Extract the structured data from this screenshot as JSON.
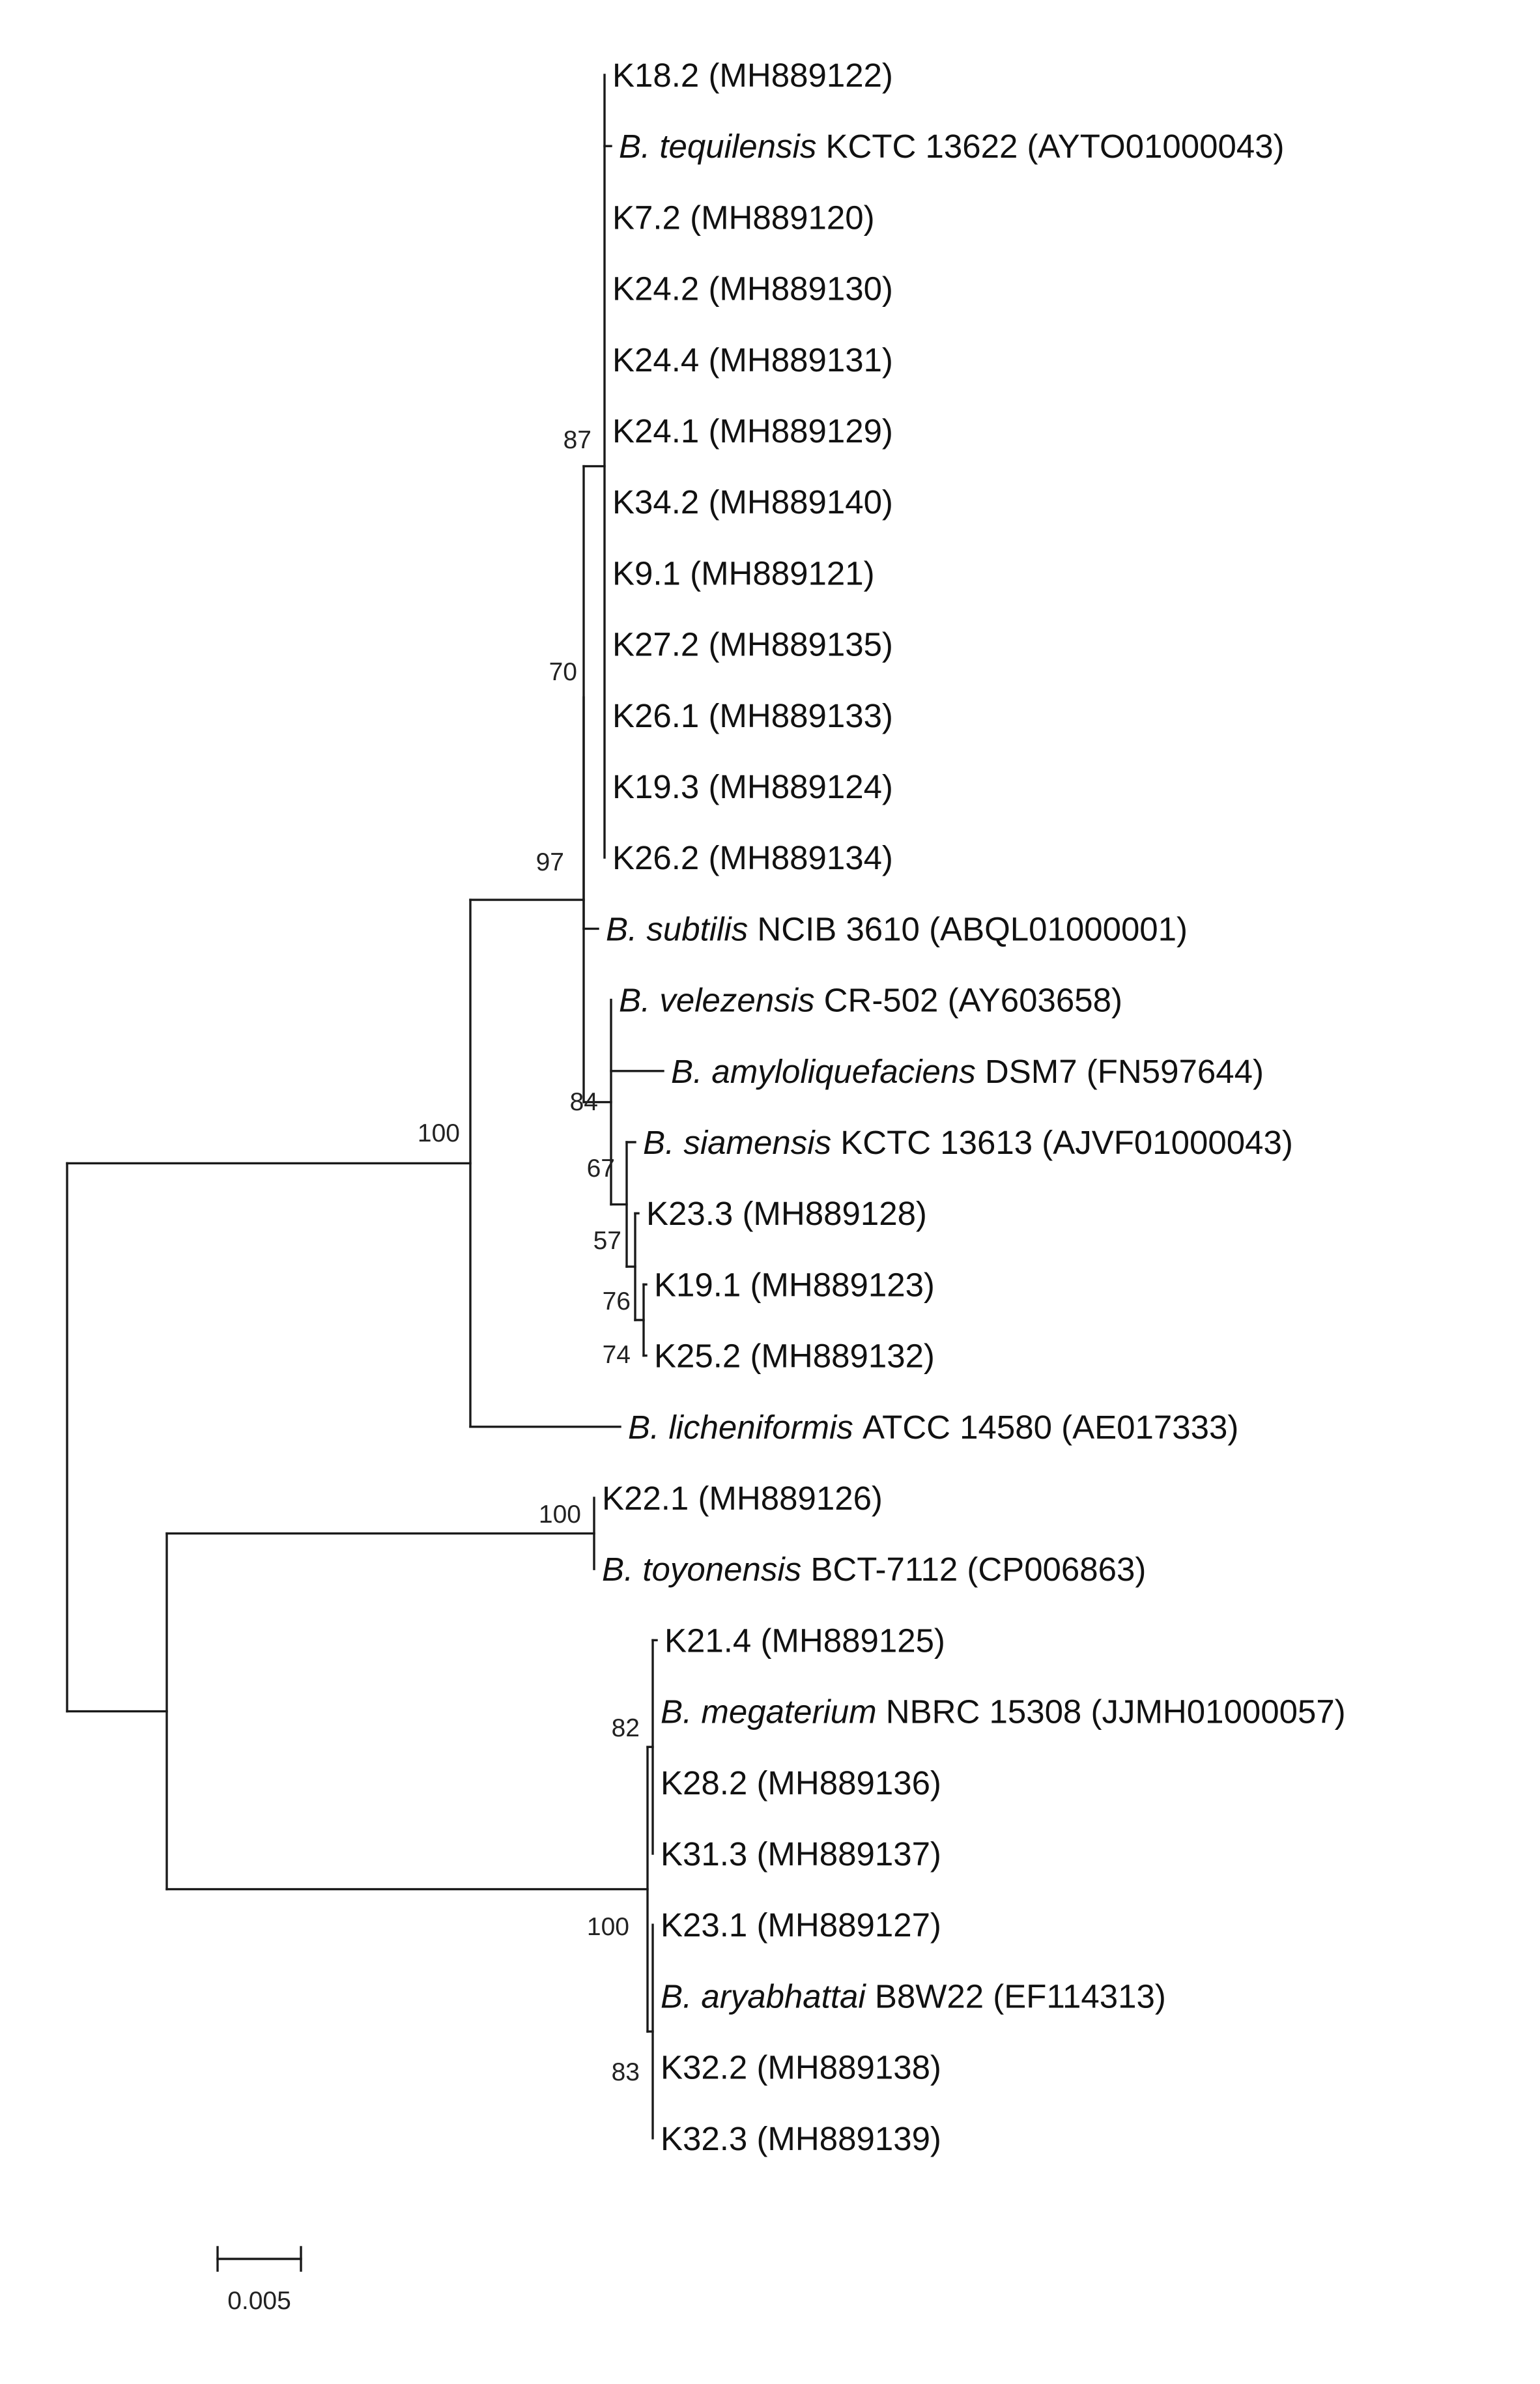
{
  "taxa": [
    {
      "id": "k18_2",
      "name": "K18.2",
      "suffix": "(MH889122)"
    },
    {
      "id": "tequ",
      "species": "B. tequilensis",
      "name": "KCTC 13622",
      "suffix": "(AYTO01000043)"
    },
    {
      "id": "k7_2",
      "name": "K7.2",
      "suffix": "(MH889120)"
    },
    {
      "id": "k24_2",
      "name": "K24.2",
      "suffix": "(MH889130)"
    },
    {
      "id": "k24_4",
      "name": "K24.4",
      "suffix": "(MH889131)"
    },
    {
      "id": "k24_1",
      "name": "K24.1",
      "suffix": "(MH889129)"
    },
    {
      "id": "k34_2",
      "name": "K34.2",
      "suffix": "(MH889140)"
    },
    {
      "id": "k9_1",
      "name": "K9.1",
      "suffix": "(MH889121)"
    },
    {
      "id": "k27_2",
      "name": "K27.2",
      "suffix": "(MH889135)"
    },
    {
      "id": "k26_1",
      "name": "K26.1",
      "suffix": "(MH889133)"
    },
    {
      "id": "k19_3",
      "name": "K19.3",
      "suffix": "(MH889124)"
    },
    {
      "id": "k26_2",
      "name": "K26.2",
      "suffix": "(MH889134)"
    },
    {
      "id": "subt",
      "species": "B. subtilis",
      "name": "NCIB 3610",
      "suffix": "(ABQL01000001)"
    },
    {
      "id": "vele",
      "species": "B. velezensis",
      "name": "CR-502",
      "suffix": "(AY603658)"
    },
    {
      "id": "amyl",
      "species": "B. amyloliquefaciens",
      "name": "DSM7",
      "suffix": "(FN597644)"
    },
    {
      "id": "siam",
      "species": "B. siamensis",
      "name": "KCTC 13613",
      "suffix": "(AJVF01000043)"
    },
    {
      "id": "k23_3",
      "name": "K23.3",
      "suffix": "(MH889128)"
    },
    {
      "id": "k19_1",
      "name": "K19.1",
      "suffix": "(MH889123)"
    },
    {
      "id": "k25_2",
      "name": "K25.2",
      "suffix": "(MH889132)"
    },
    {
      "id": "lich",
      "species": "B. licheniformis",
      "name": "ATCC 14580",
      "suffix": "(AE017333)"
    },
    {
      "id": "k22_1",
      "name": "K22.1",
      "suffix": "(MH889126)"
    },
    {
      "id": "toyo",
      "species": "B. toyonensis",
      "name": "BCT-7112",
      "suffix": "(CP006863)"
    },
    {
      "id": "k21_4",
      "name": "K21.4",
      "suffix": "(MH889125)"
    },
    {
      "id": "mega",
      "species": "B. megaterium",
      "name": "NBRC 15308",
      "suffix": "(JJMH01000057)"
    },
    {
      "id": "k28_2",
      "name": "K28.2",
      "suffix": "(MH889136)"
    },
    {
      "id": "k31_3",
      "name": "K31.3",
      "suffix": "(MH889137)"
    },
    {
      "id": "k23_1",
      "name": "K23.1",
      "suffix": "(MH889127)"
    },
    {
      "id": "arya",
      "species": "B. aryabhattai",
      "name": "B8W22",
      "suffix": "(EF114313)"
    },
    {
      "id": "k32_2",
      "name": "K32.2",
      "suffix": "(MH889138)"
    },
    {
      "id": "k32_3",
      "name": "K32.3",
      "suffix": "(MH889139)"
    }
  ],
  "bootstrap": [
    {
      "node": "n87",
      "value": "87"
    },
    {
      "node": "n70",
      "value": "70"
    },
    {
      "node": "n97",
      "value": "97"
    },
    {
      "node": "n100a",
      "value": "100"
    },
    {
      "node": "n84",
      "value": "84"
    },
    {
      "node": "n67",
      "value": "67"
    },
    {
      "node": "n57",
      "value": "57"
    },
    {
      "node": "n76",
      "value": "76"
    },
    {
      "node": "n74",
      "value": "74"
    },
    {
      "node": "n100b",
      "value": "100"
    },
    {
      "node": "n82",
      "value": "82"
    },
    {
      "node": "n100c",
      "value": "100"
    },
    {
      "node": "n83",
      "value": "83"
    }
  ],
  "scale_bar": {
    "label": "0.005"
  }
}
